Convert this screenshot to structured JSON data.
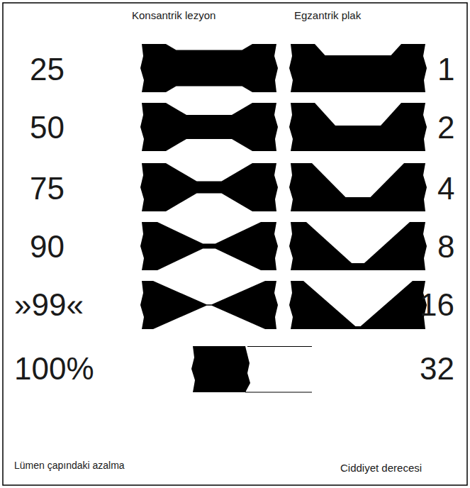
{
  "diagram": {
    "labels": [
      "Konsantrik lezyon",
      "Egzantrik plak",
      "25",
      "1",
      "50",
      "2",
      "75",
      "4",
      "90",
      "8",
      "»99«",
      "16",
      "100%",
      "32",
      "Lümen çapındaki azalma",
      "Ciddiyet derecesi"
    ]
  }
}
